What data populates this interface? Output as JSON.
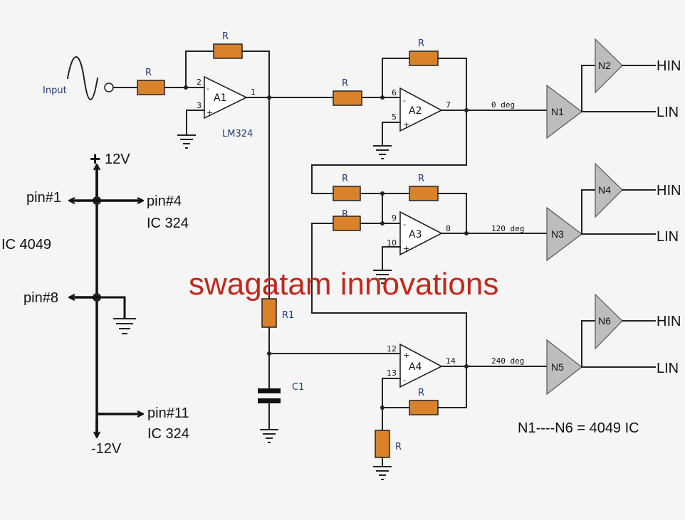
{
  "labels": {
    "input": "Input",
    "resistor": "R",
    "r1": "R1",
    "c1": "C1",
    "ic_name": "LM324",
    "a1": "A1",
    "a2": "A2",
    "a3": "A3",
    "a4": "A4",
    "n1": "N1",
    "n2": "N2",
    "n3": "N3",
    "n4": "N4",
    "n5": "N5",
    "n6": "N6",
    "hin": "HIN",
    "lin": "LIN",
    "deg0": "0 deg",
    "deg120": "120 deg",
    "deg240": "240 deg",
    "plus12": "12V",
    "minus12": "-12V",
    "plus_sign": "+",
    "pin1": "pin#1",
    "pin4": "pin#4",
    "pin8": "pin#8",
    "pin11": "pin#11",
    "ic324": "IC 324",
    "ic4049": "IC 4049",
    "legend": "N1----N6 = 4049 IC",
    "watermark": "swagatam innovations",
    "minus_sym": "-",
    "plus_sym": "+"
  },
  "pins": {
    "a1_inv": "2",
    "a1_non": "3",
    "a1_out": "1",
    "a2_inv": "6",
    "a2_non": "5",
    "a2_out": "7",
    "a3_inv": "9",
    "a3_non": "10",
    "a3_out": "8",
    "a4_non": "12",
    "a4_inv": "13",
    "a4_out": "14"
  }
}
